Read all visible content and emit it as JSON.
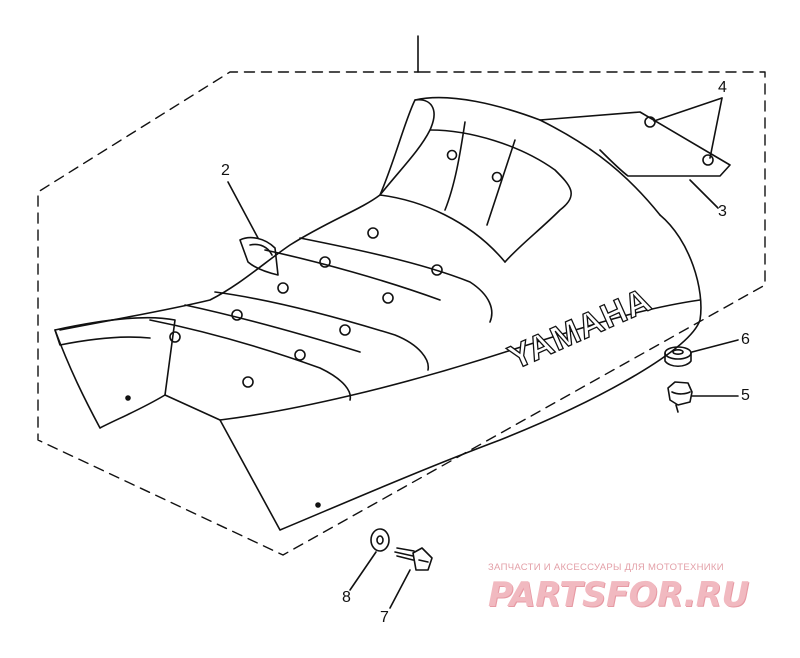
{
  "seat_brand_text": "YAMAHA",
  "callouts": {
    "part_1": "",
    "part_2": "2",
    "part_3": "3",
    "part_4": "4",
    "part_5": "5",
    "part_6": "6",
    "part_7": "7",
    "part_8": "8"
  },
  "watermark": {
    "tagline": "ЗАПЧАСТИ И АКСЕССУАРЫ ДЛЯ МОТОТЕХНИКИ",
    "logo": "PARTSFOR.RU"
  },
  "colors": {
    "line": "#111111",
    "watermark": "#f1b9c0"
  }
}
